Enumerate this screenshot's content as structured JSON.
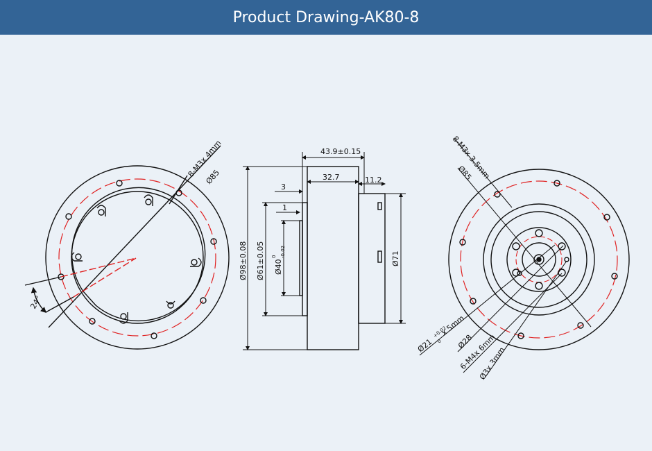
{
  "header": {
    "title": "Product Drawing-AK80-8"
  },
  "left_view": {
    "label_holes": "8-M3x 4mm",
    "label_pcd": "Ø85",
    "label_angle": "24°"
  },
  "side_view": {
    "dim_total_length": "43.9±0.15",
    "dim_body_length": "32.7",
    "dim_right_step": "11.2",
    "dim_flange_3": "3",
    "dim_flange_1": "1",
    "dim_outer_dia": "Ø98±0.08",
    "dim_mid_dia": "Ø61±0.05",
    "dim_inner_dia": "Ø40",
    "dim_inner_tol_upper": "0",
    "dim_inner_tol_lower": "-0.02",
    "dim_right_dia": "Ø71"
  },
  "right_view": {
    "label_holes": "8-M3x 3.5mm",
    "label_pcd": "Ø85",
    "label_bore": "Ø21",
    "label_bore_tol_upper": "+0.02",
    "label_bore_tol_lower": "0",
    "label_bore_depth": "x 5mm",
    "label_pcd_inner": "Ø28",
    "label_m4": "6-M4x 6mm",
    "label_small_hole": "Ø3x 3mm"
  },
  "colors": {
    "header_bg": "#336496",
    "background": "#ebf1f7",
    "line": "#111111",
    "center_line": "#e02020"
  }
}
